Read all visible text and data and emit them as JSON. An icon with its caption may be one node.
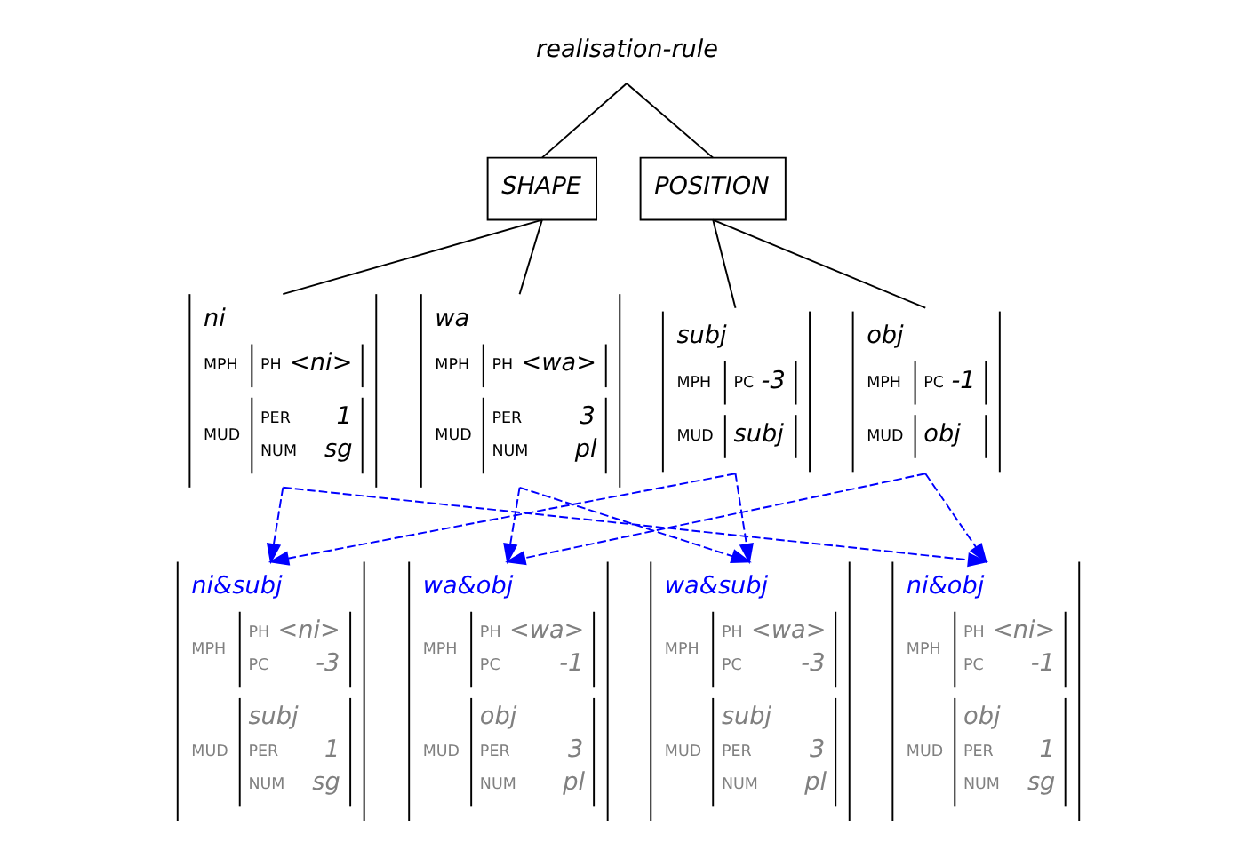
{
  "diagram": {
    "nodes": [
      {
        "text": [
          "realisation-rule"
        ]
      },
      {
        "text": [
          "SHAPE"
        ]
      },
      {
        "text": [
          "POSITION"
        ]
      },
      {
        "text": [
          "ni",
          "MPH",
          "PH",
          "<ni>",
          "MUD",
          "PER",
          "1",
          "NUM",
          "sg"
        ]
      },
      {
        "text": [
          "wa",
          "MPH",
          "PH",
          "<wa>",
          "MUD",
          "PER",
          "3",
          "NUM",
          "pl"
        ]
      },
      {
        "text": [
          "subj",
          "MPH",
          "PC",
          "-3",
          "MUD",
          "subj"
        ]
      },
      {
        "text": [
          "obj",
          "MPH",
          "PC",
          "-1",
          "MUD",
          "obj"
        ]
      },
      {
        "text": [
          "ni&subj",
          "MPH",
          "PH",
          "<ni>",
          "PC",
          "-3",
          "MUD",
          "subj",
          "PER",
          "1",
          "NUM",
          "sg"
        ]
      },
      {
        "text": [
          "wa&obj",
          "MPH",
          "PH",
          "<wa>",
          "PC",
          "-1",
          "MUD",
          "obj",
          "PER",
          "3",
          "NUM",
          "pl"
        ]
      },
      {
        "text": [
          "wa&subj",
          "MPH",
          "PH",
          "<wa>",
          "PC",
          "-3",
          "MUD",
          "subj",
          "PER",
          "3",
          "NUM",
          "pl"
        ]
      },
      {
        "text": [
          "ni&obj",
          "MPH",
          "PH",
          "<ni>",
          "PC",
          "-1",
          "MUD",
          "obj",
          "PER",
          "1",
          "NUM",
          "sg"
        ]
      }
    ],
    "edges": [
      {
        "from": 0,
        "to": 1,
        "arrow": "none",
        "color": "#000000"
      },
      {
        "from": 0,
        "to": 2,
        "arrow": "none",
        "color": "#000000"
      },
      {
        "from": 1,
        "to": 3,
        "arrow": "none",
        "color": "#000000"
      },
      {
        "from": 1,
        "to": 4,
        "arrow": "none",
        "color": "#000000"
      },
      {
        "from": 2,
        "to": 5,
        "arrow": "none",
        "color": "#000000"
      },
      {
        "from": 2,
        "to": 6,
        "arrow": "none",
        "color": "#000000"
      },
      {
        "from": 3,
        "to": 7,
        "arrow": "to",
        "style": "dashed"
      },
      {
        "from": 3,
        "to": 10,
        "arrow": "to",
        "style": "dashed"
      },
      {
        "from": 4,
        "to": 8,
        "arrow": "to",
        "style": "dashed"
      },
      {
        "from": 4,
        "to": 9,
        "arrow": "to",
        "style": "dashed"
      },
      {
        "from": 5,
        "to": 7,
        "arrow": "to",
        "style": "dashed"
      },
      {
        "from": 5,
        "to": 9,
        "arrow": "to",
        "style": "dashed"
      },
      {
        "from": 6,
        "to": 8,
        "arrow": "to",
        "style": "dashed"
      },
      {
        "from": 6,
        "to": 10,
        "arrow": "to",
        "style": "dashed"
      }
    ]
  }
}
